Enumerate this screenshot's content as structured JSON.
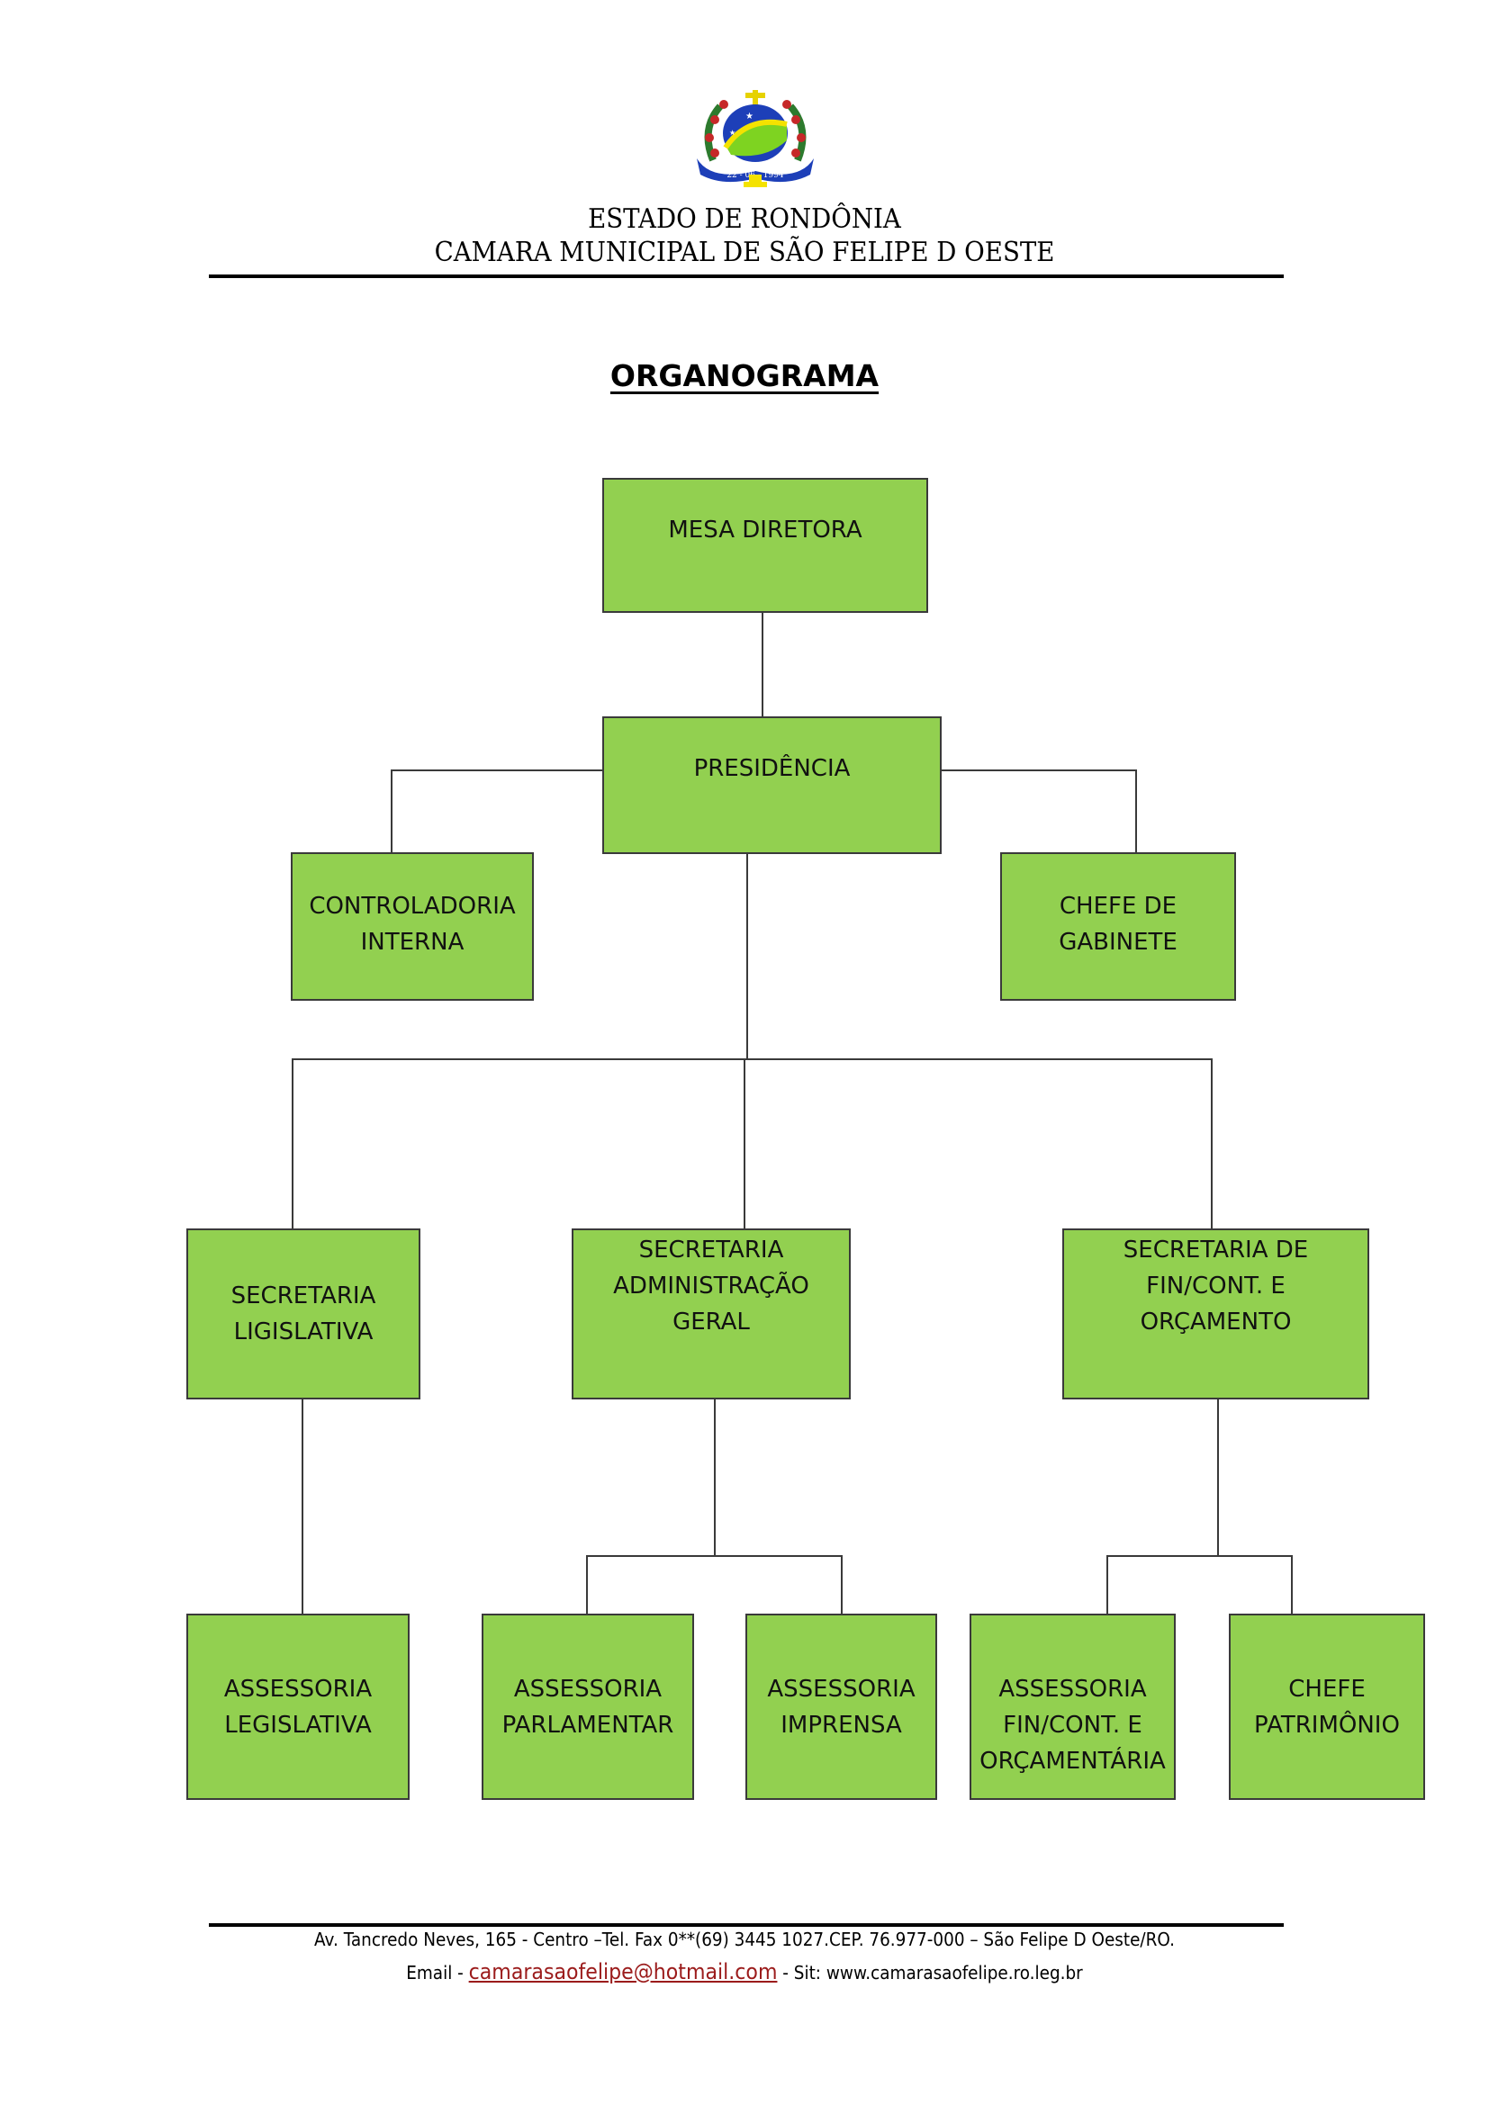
{
  "header": {
    "emblem": "municipal-coat-of-arms",
    "emblem_date": "22 - 06 - 1994",
    "line1": "ESTADO DE RONDÔNIA",
    "line2": "CAMARA MUNICIPAL DE SÃO FELIPE D OESTE"
  },
  "title": "ORGANOGRAMA",
  "colors": {
    "box_fill": "#92d050",
    "box_border": "#3a3a3a",
    "email_link": "#9b1b1b"
  },
  "org": {
    "mesa": "MESA DIRETORA",
    "presidencia": "PRESIDÊNCIA",
    "controladoria": "CONTROLADORIA\nINTERNA",
    "chefe_gabinete": "CHEFE DE\nGABINETE",
    "sec_legislativa": "SECRETARIA\nLIGISLATIVA",
    "sec_admin": "SECRETARIA\nADMINISTRAÇÃO\nGERAL",
    "sec_fin": "SECRETARIA DE\nFIN/CONT. E\nORÇAMENTO",
    "ass_legislativa": "ASSESSORIA\nLEGISLATIVA",
    "ass_parlamentar": "ASSESSORIA\nPARLAMENTAR",
    "ass_imprensa": "ASSESSORIA\nIMPRENSA",
    "ass_fin": "ASSESSORIA\nFIN/CONT. E\nORÇAMENTÁRIA",
    "chefe_patrimonio": "CHEFE\nPATRIMÔNIO"
  },
  "footer": {
    "address": "Av. Tancredo Neves, 165 - Centro –Tel. Fax 0**(69) 3445 1027.CEP. 76.977-000 – São Felipe D Oeste/RO.",
    "email_label": "Email - ",
    "email": "camarasaofelipe@hotmail.com",
    "separator": " - ",
    "site": "Sit: www.camarasaofelipe.ro.leg.br"
  }
}
